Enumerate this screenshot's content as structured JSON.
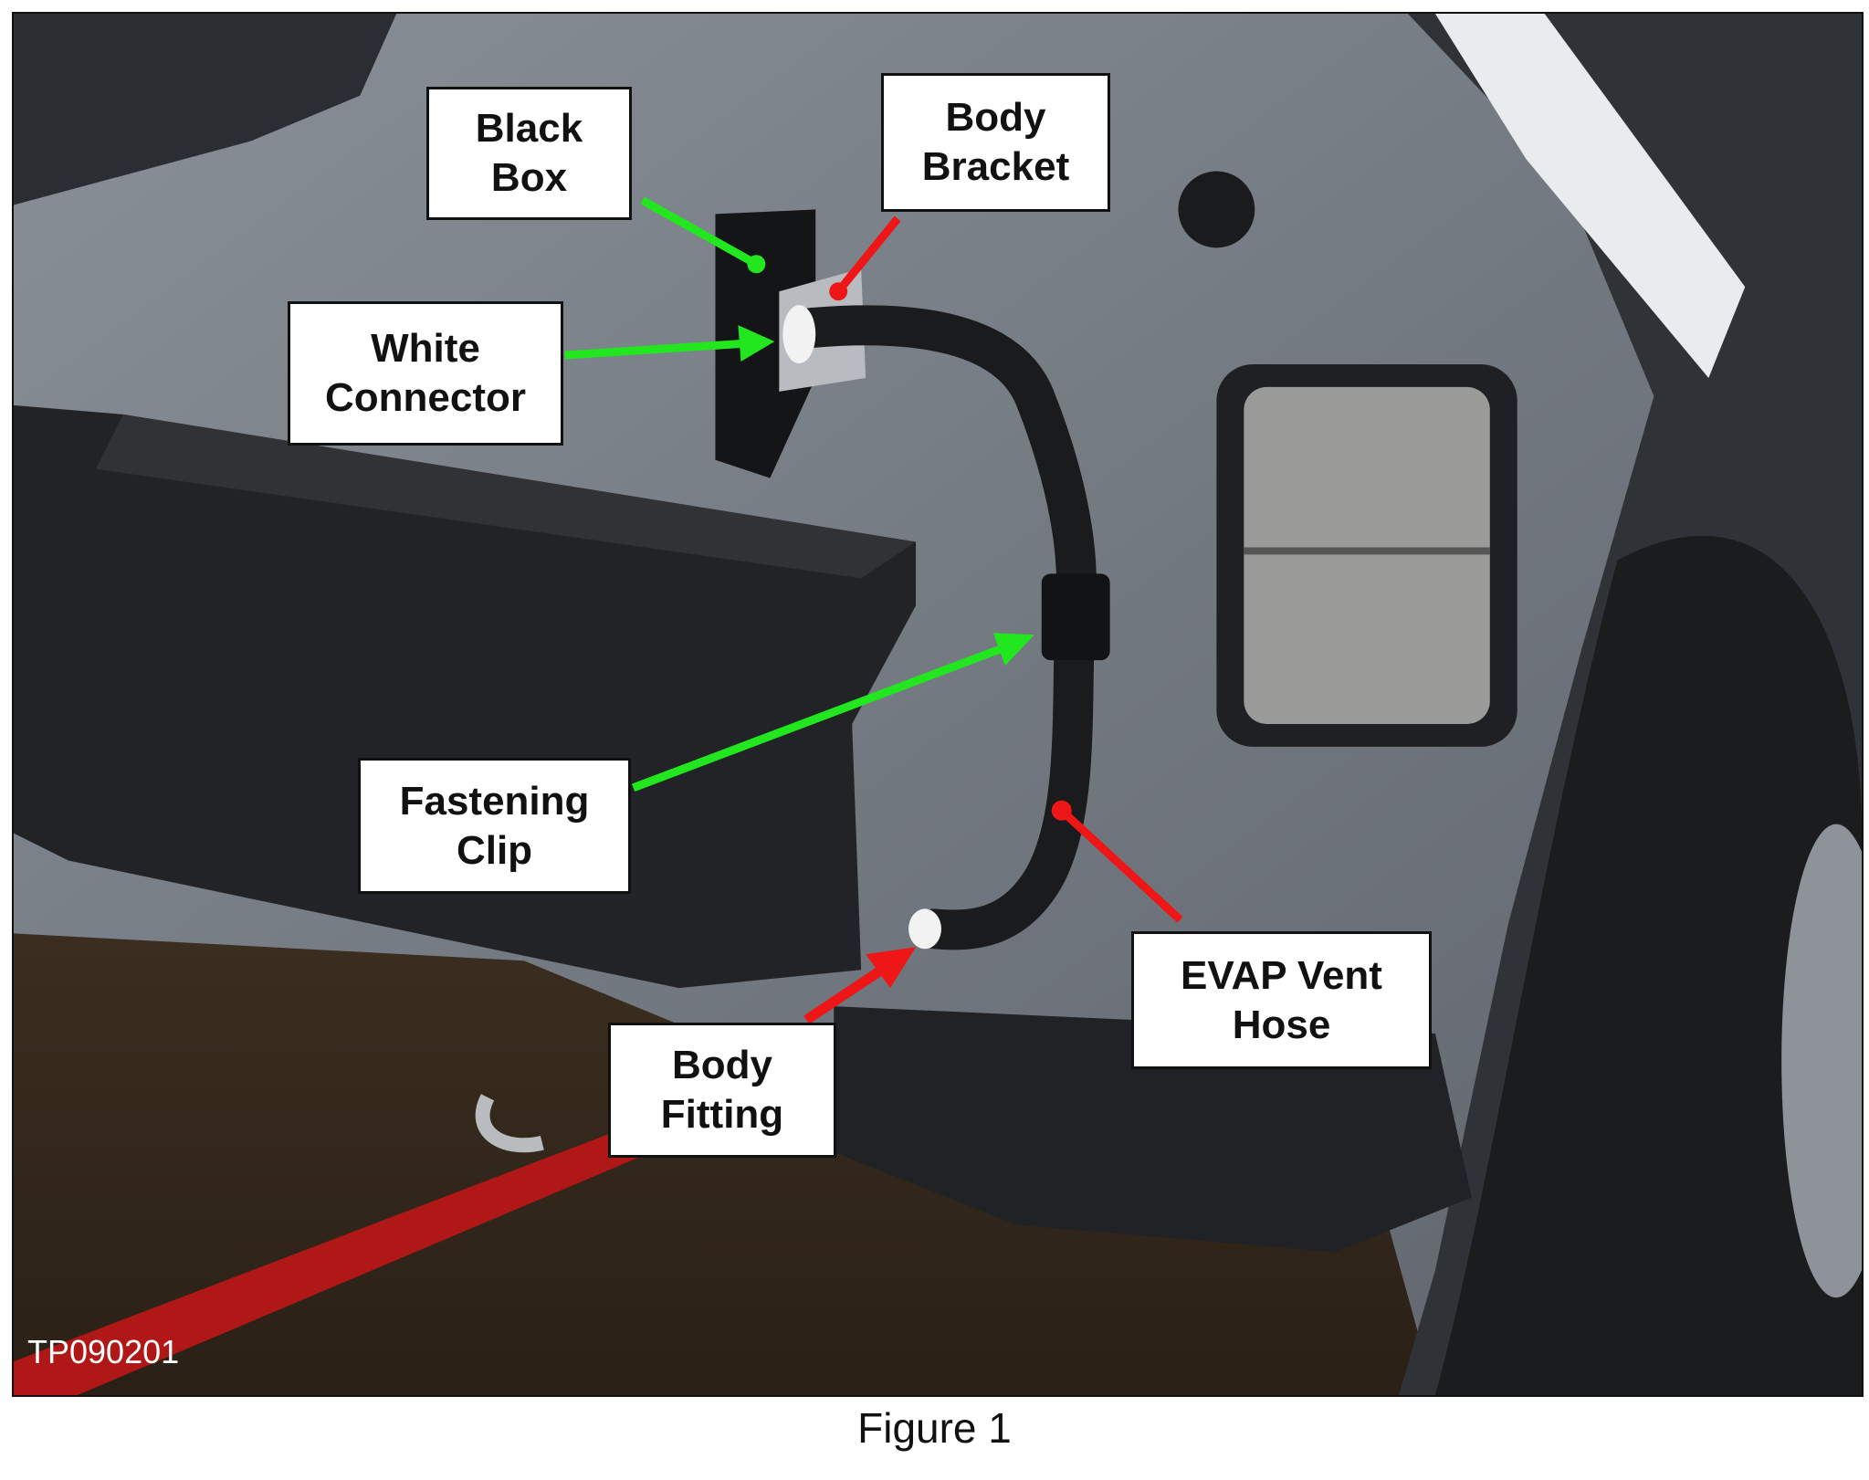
{
  "labels": {
    "black_box": [
      "Black",
      "Box"
    ],
    "body_bracket": [
      "Body",
      "Bracket"
    ],
    "white_connector": [
      "White",
      "Connector"
    ],
    "fastening_clip": [
      "Fastening",
      "Clip"
    ],
    "body_fitting": [
      "Body",
      "Fitting"
    ],
    "evap_vent_hose": [
      "EVAP Vent",
      "Hose"
    ]
  },
  "photo_id": "TP090201",
  "caption": "Figure 1",
  "colors": {
    "green_leader": "#22e61e",
    "red_leader": "#ee1616",
    "floor_stripe": "#b01717",
    "body_panel": "#7b8188"
  }
}
